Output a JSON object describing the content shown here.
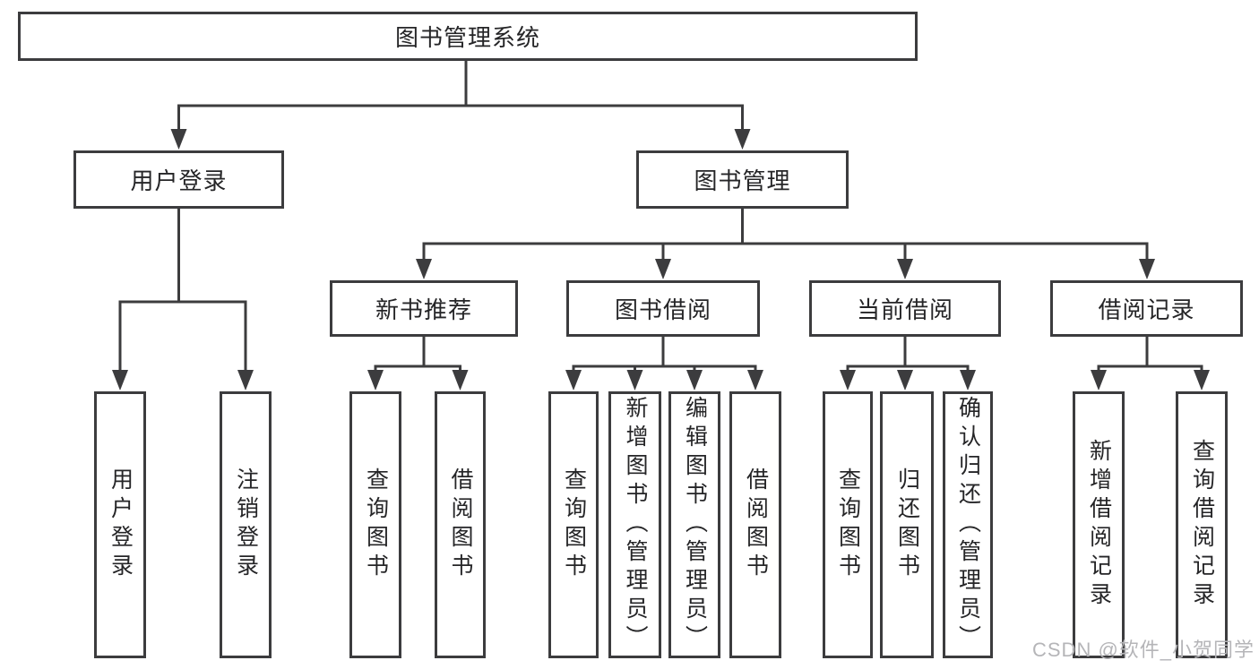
{
  "watermark": "CSDN @软件_小贺同学",
  "colors": {
    "line": "#3c3c3e",
    "box_border": "#3c3c3e",
    "text": "#252527",
    "background": "#ffffff",
    "watermark": "#b5b5b8"
  },
  "tree": {
    "root": "图书管理系统",
    "children": [
      {
        "label": "用户登录",
        "children": [
          {
            "label": "用户登录"
          },
          {
            "label": "注销登录"
          }
        ]
      },
      {
        "label": "图书管理",
        "children": [
          {
            "label": "新书推荐",
            "children": [
              {
                "label": "查询图书"
              },
              {
                "label": "借阅图书"
              }
            ]
          },
          {
            "label": "图书借阅",
            "children": [
              {
                "label": "查询图书"
              },
              {
                "label": "新增图书（管理员）"
              },
              {
                "label": "编辑图书（管理员）"
              },
              {
                "label": "借阅图书"
              }
            ]
          },
          {
            "label": "当前借阅",
            "children": [
              {
                "label": "查询图书"
              },
              {
                "label": "归还图书"
              },
              {
                "label": "确认归还（管理员）"
              }
            ]
          },
          {
            "label": "借阅记录",
            "children": [
              {
                "label": "新增借阅记录"
              },
              {
                "label": "查询借阅记录"
              }
            ]
          }
        ]
      }
    ]
  }
}
